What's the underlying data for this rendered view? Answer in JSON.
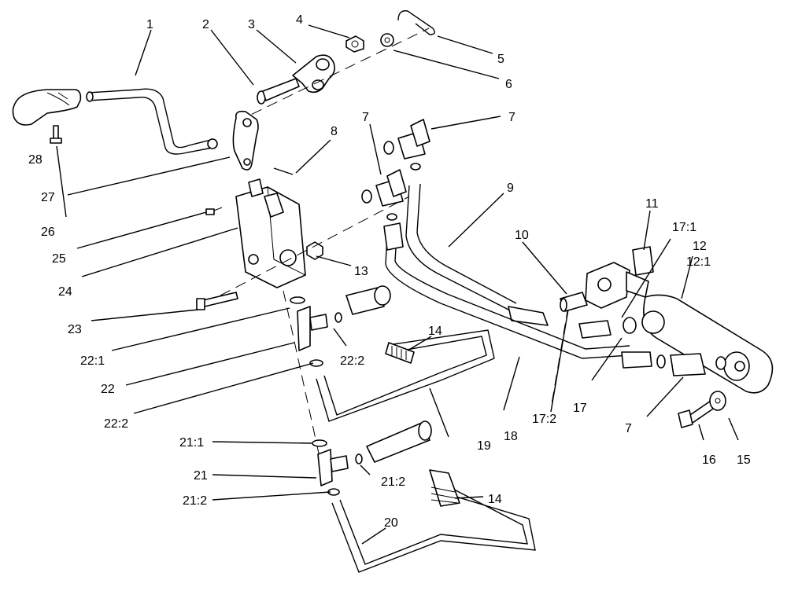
{
  "callouts": {
    "c1": "1",
    "c2": "2",
    "c3": "3",
    "c4": "4",
    "c5": "5",
    "c6": "6",
    "c7a": "7",
    "c7b": "7",
    "c7c": "7",
    "c8": "8",
    "c9": "9",
    "c10": "10",
    "c11": "11",
    "c12": "12",
    "c12_1": "12:1",
    "c13": "13",
    "c14a": "14",
    "c14b": "14",
    "c15": "15",
    "c16": "16",
    "c17": "17",
    "c17_1": "17:1",
    "c17_2": "17:2",
    "c18": "18",
    "c19": "19",
    "c20": "20",
    "c21": "21",
    "c21_1": "21:1",
    "c21_2a": "21:2",
    "c21_2b": "21:2",
    "c22": "22",
    "c22_1": "22:1",
    "c22_2a": "22:2",
    "c22_2b": "22:2",
    "c23": "23",
    "c24": "24",
    "c25": "25",
    "c26": "26",
    "c27": "27",
    "c28": "28"
  }
}
